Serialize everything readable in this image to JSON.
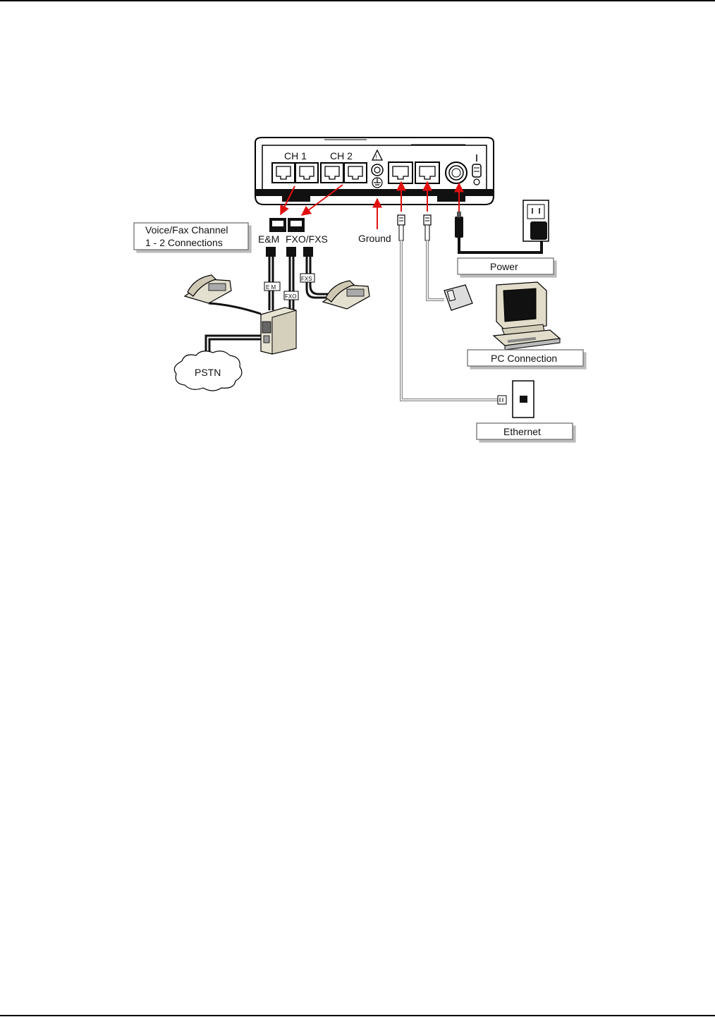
{
  "device": {
    "ch1_label": "CH 1",
    "ch2_label": "CH 2"
  },
  "labels": {
    "voice_fax_line1": "Voice/Fax Channel",
    "voice_fax_line2": "1 - 2 Connections",
    "em": "E&M",
    "fxo_fxs": "FXO/FXS",
    "ground": "Ground",
    "power": "Power",
    "pc_connection": "PC Connection",
    "ethernet": "Ethernet",
    "pstn": "PSTN",
    "tag_em": "E M",
    "tag_fxo": "FXO",
    "tag_fxs": "FXS"
  },
  "colors": {
    "arrow": "#e01010",
    "cable_dark": "#111111",
    "cable_light": "#c8c8c8",
    "device_body": "#ffffff"
  }
}
